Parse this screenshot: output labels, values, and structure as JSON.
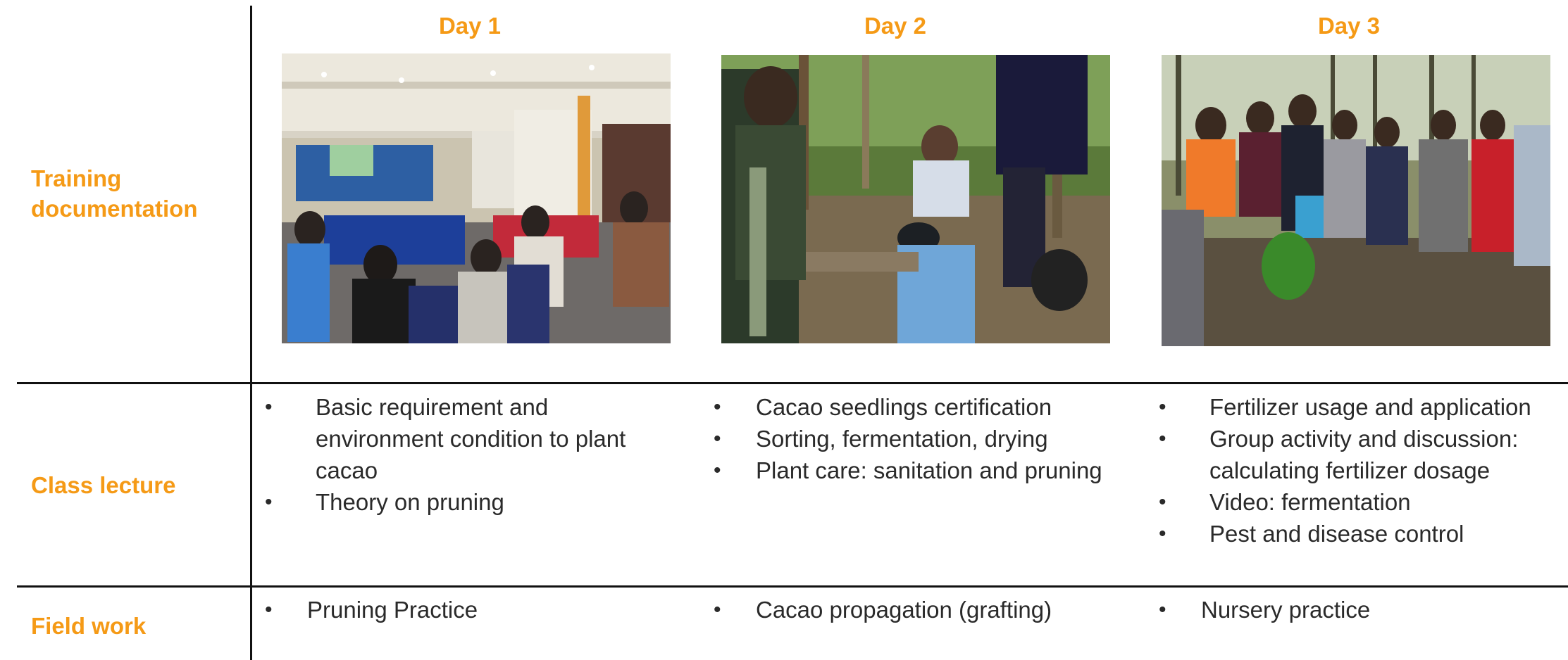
{
  "headers": {
    "day1": "Day 1",
    "day2": "Day 2",
    "day3": "Day 3"
  },
  "rows": {
    "training": "Training\ndocumentation",
    "lecture": "Class lecture",
    "field": "Field work"
  },
  "lecture": {
    "day1": [
      "Basic requirement and environment condition to plant cacao",
      "Theory on pruning"
    ],
    "day2": [
      "Cacao seedlings certification",
      "Sorting, fermentation, drying",
      "Plant care: sanitation and pruning"
    ],
    "day3": [
      "Fertilizer usage and application",
      "Group activity and discussion: calculating fertilizer dosage",
      "Video: fermentation",
      "Pest and disease control"
    ]
  },
  "field": {
    "day1": [
      "Pruning Practice"
    ],
    "day2": [
      "Cacao propagation (grafting)"
    ],
    "day3": [
      "Nursery practice"
    ]
  },
  "colors": {
    "accent": "#f59a16",
    "rule": "#111111"
  }
}
